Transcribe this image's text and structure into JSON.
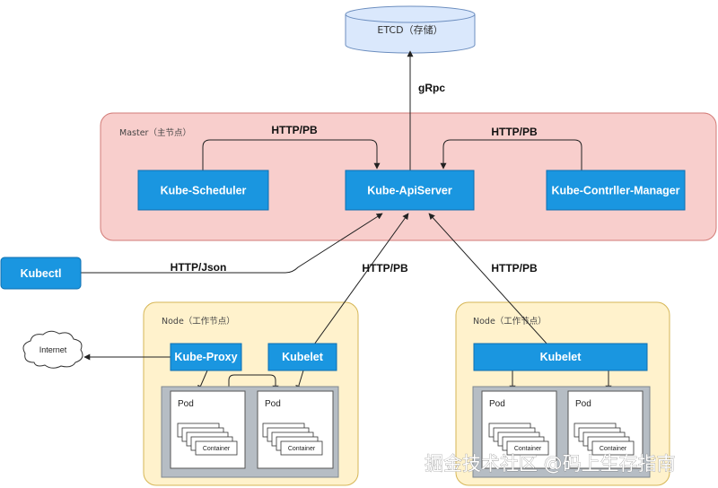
{
  "etcd": {
    "label": "ETCD（存储）"
  },
  "edges": {
    "grpc": "gRpc",
    "scheduler_http": "HTTP/PB",
    "manager_http": "HTTP/PB",
    "kubectl_http": "HTTP/Json",
    "node1_http": "HTTP/PB",
    "node2_http": "HTTP/PB"
  },
  "master": {
    "label": "Master（主节点）",
    "scheduler": "Kube-Scheduler",
    "apiserver": "Kube-ApiServer",
    "controller_manager": "Kube-Contrller-Manager"
  },
  "kubectl": {
    "label": "Kubectl"
  },
  "internet": {
    "label": "Internet"
  },
  "node1": {
    "label": "Node（工作节点）",
    "kube_proxy": "Kube-Proxy",
    "kubelet": "Kubelet",
    "pods": [
      {
        "label": "Pod",
        "container": "Container"
      },
      {
        "label": "Pod",
        "container": "Container"
      }
    ]
  },
  "node2": {
    "label": "Node（工作节点）",
    "kubelet": "Kubelet",
    "pods": [
      {
        "label": "Pod",
        "container": "Container"
      },
      {
        "label": "Pod",
        "container": "Container"
      }
    ]
  },
  "watermark": "掘金技术社区 @码上生存指南",
  "colors": {
    "component_blue": "#1a96e0",
    "master_fill": "#f8cecc",
    "master_stroke": "#d27b77",
    "node_fill": "#fff2cc",
    "node_stroke": "#d6b656",
    "etcd_fill": "#dae8fc",
    "pod_frame": "#b6bdc4"
  }
}
